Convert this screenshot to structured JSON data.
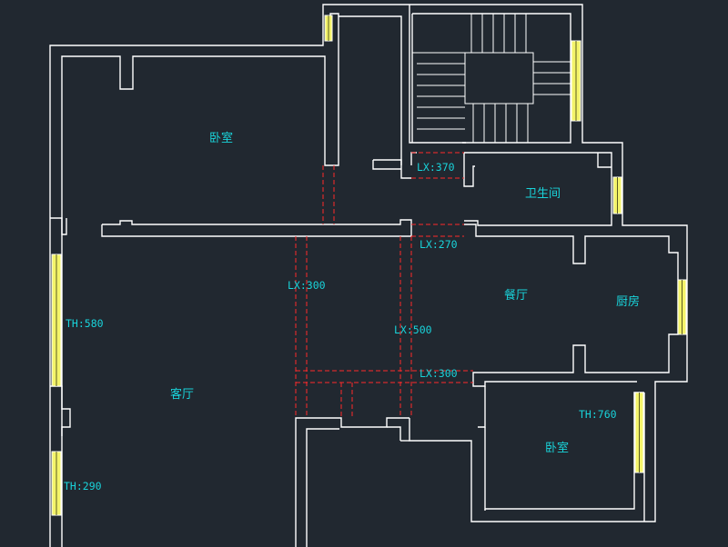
{
  "rooms": {
    "bedroom_top": "卧室",
    "bathroom": "卫生间",
    "dining": "餐厅",
    "kitchen": "厨房",
    "living": "客厅",
    "bedroom_bottom": "卧室"
  },
  "dimensions": {
    "lx_370": "LX:370",
    "lx_270": "LX:270",
    "lx_300_a": "LX:300",
    "lx_500": "LX:500",
    "lx_300_b": "LX:300",
    "th_580": "TH:580",
    "th_760": "TH:760",
    "th_290": "TH:290"
  },
  "colors": {
    "background": "#212830",
    "walls": "#ffffff",
    "beams": "#ff2a2a",
    "labels": "#19d3da",
    "windows": "#f4f46a"
  }
}
